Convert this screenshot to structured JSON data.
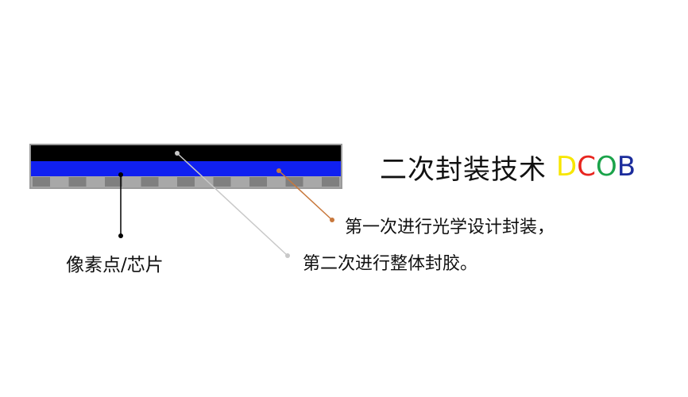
{
  "title": {
    "text": "二次封装技术",
    "brand_letters": [
      {
        "char": "D",
        "color": "#f7e600"
      },
      {
        "char": "C",
        "color": "#e8251f"
      },
      {
        "char": "O",
        "color": "#1aa34a"
      },
      {
        "char": "B",
        "color": "#1b2c9c"
      }
    ]
  },
  "labels": {
    "pixel": "像素点/芯片",
    "first_encapsulation": "第一次进行光学设计封装，",
    "second_encapsulation": "第二次进行整体封胶。"
  },
  "colors": {
    "top_layer": "#000000",
    "blue_layer": "#1020f0",
    "chip": "#7f7f7f",
    "substrate": "#a8a8a8",
    "frame": "#9a9a9a",
    "callout_black": "#000000",
    "callout_gray": "#c8c8c8",
    "callout_orange": "#c8783c"
  },
  "chip_count": 9
}
